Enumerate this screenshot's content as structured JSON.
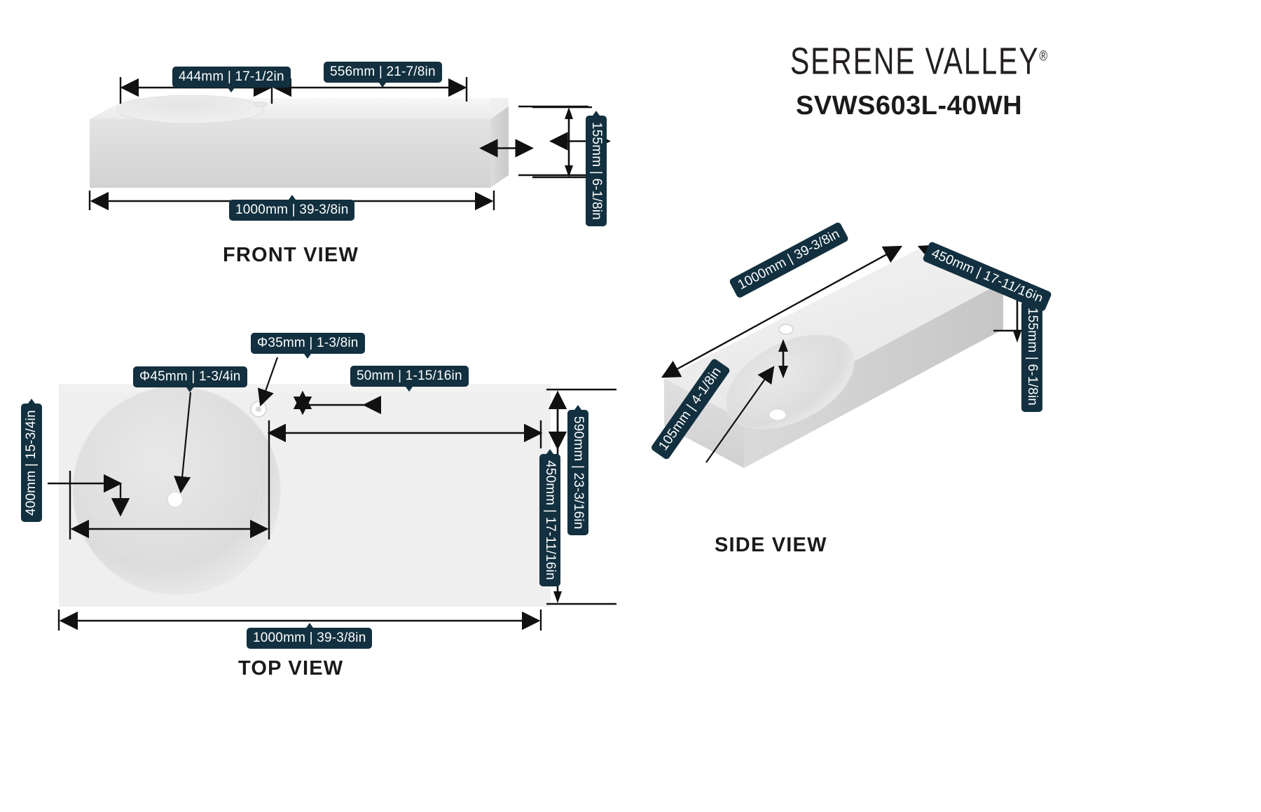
{
  "brand": {
    "name": "SERENE VALLEY",
    "registered": "®",
    "model": "SVWS603L-40WH"
  },
  "views": {
    "front": {
      "title": "FRONT VIEW"
    },
    "top": {
      "title": "TOP VIEW"
    },
    "side": {
      "title": "SIDE VIEW"
    }
  },
  "dimensions": {
    "front": {
      "basin_width": "444mm | 17-1/2in",
      "deck_width": "556mm | 21-7/8in",
      "height": "155mm | 6-1/8in",
      "overall_width": "1000mm | 39-3/8in"
    },
    "top": {
      "drain_dia": "Φ45mm | 1-3/4in",
      "faucet_hole_dia": "Φ35mm | 1-3/8in",
      "hole_offset": "50mm | 1-15/16in",
      "basin_depth": "400mm | 15-3/4in",
      "overall_depth_rear": "590mm | 23-3/16in",
      "overall_depth": "450mm | 17-11/16in",
      "overall_width": "1000mm | 39-3/8in"
    },
    "side": {
      "length": "1000mm | 39-3/8in",
      "depth": "450mm | 17-11/16in",
      "height": "155mm | 6-1/8in",
      "basin_depth": "105mm | 4-1/8in"
    }
  },
  "colors": {
    "badge_bg": "#12303f",
    "badge_text": "#ffffff",
    "line": "#111111",
    "product_light": "#f1f1f1",
    "product_mid": "#dcdcdc",
    "product_dark": "#cfcfcf",
    "text": "#1a1a1a",
    "background": "#ffffff"
  }
}
